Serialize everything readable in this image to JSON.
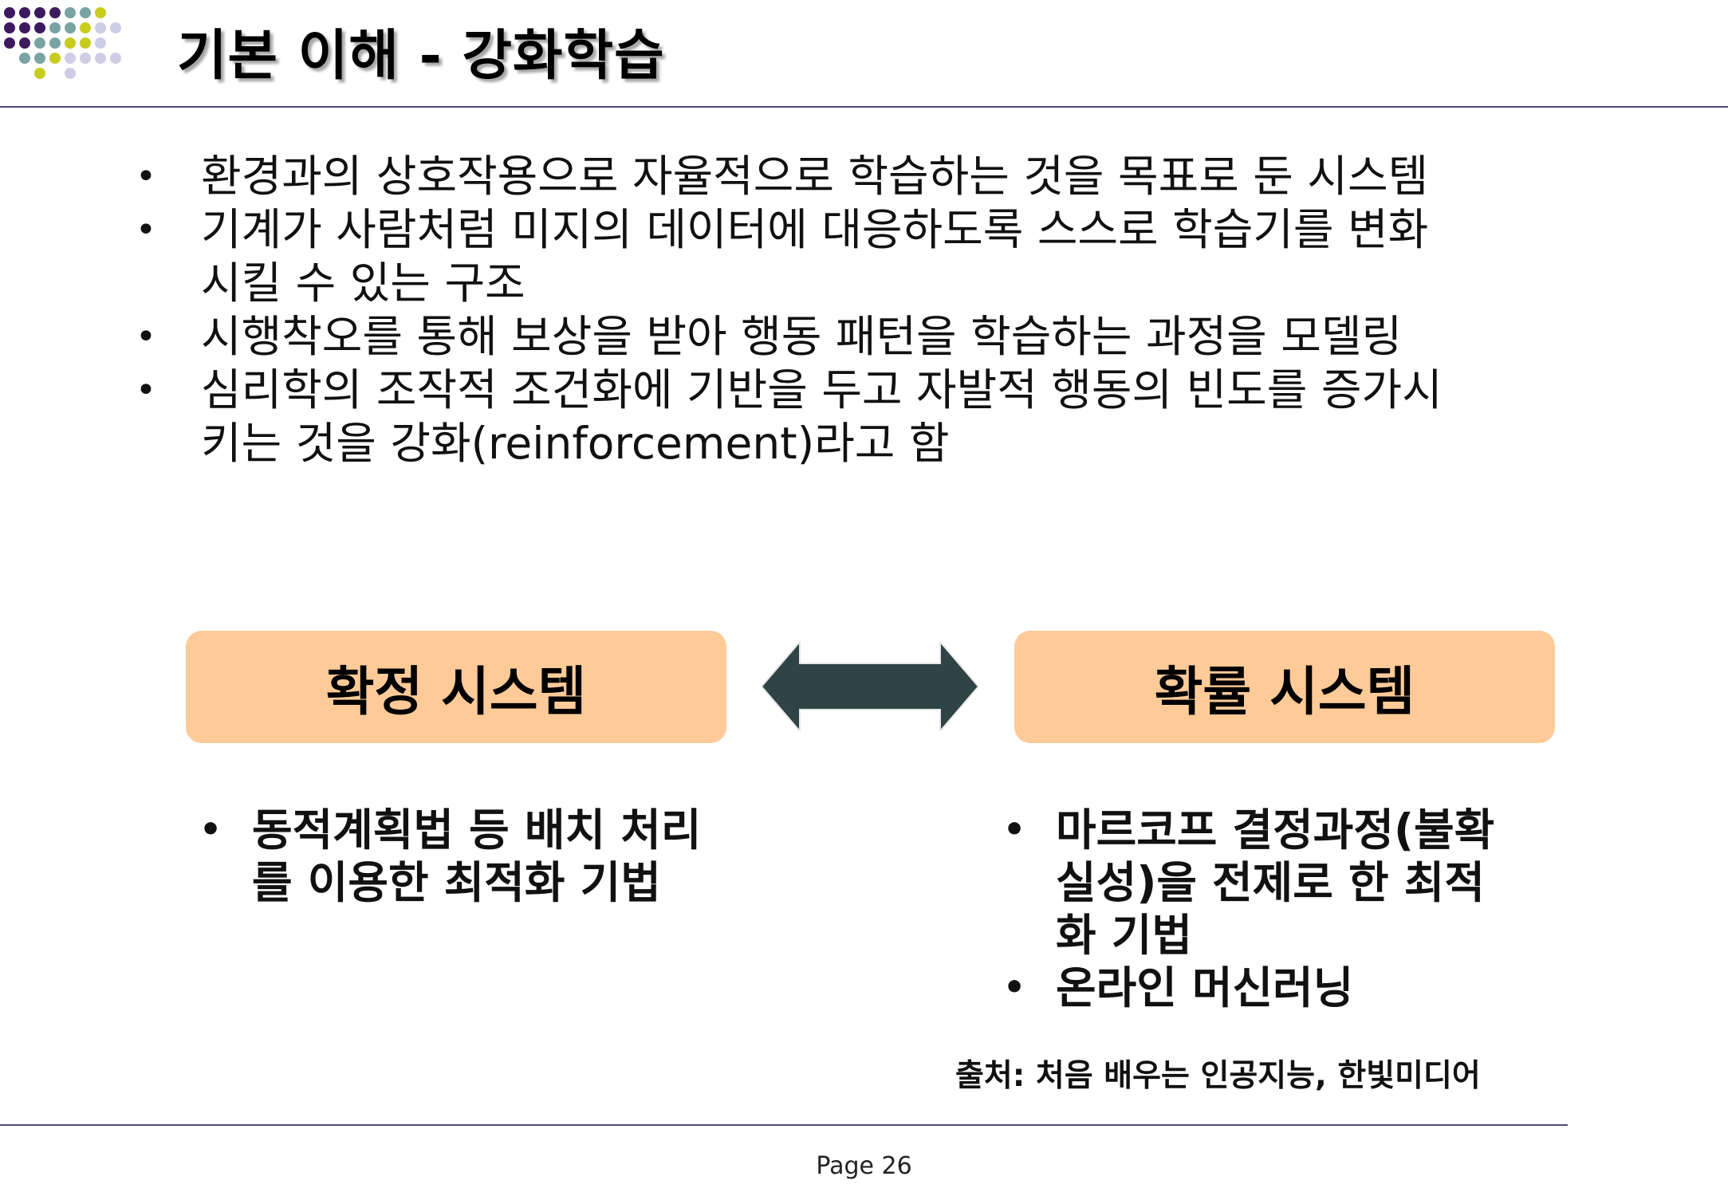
{
  "header": {
    "title": "기본 이해 - 강화학습"
  },
  "bullets": [
    "환경과의 상호작용으로 자율적으로 학습하는 것을 목표로 둔 시스템",
    "기계가 사람처럼 미지의 데이터에 대응하도록 스스로 학습기를 변화",
    "시킬 수 있는 구조",
    "시행착오를 통해 보상을 받아 행동 패턴을 학습하는 과정을 모델링",
    "심리학의 조작적 조건화에 기반을 두고 자발적 행동의 빈도를 증가시",
    "키는 것을 강화(reinforcement)라고 함"
  ],
  "comparison": {
    "left": {
      "label": "확정 시스템",
      "items": [
        "동적계획법 등 배치 처리",
        "를 이용한 최적화 기법"
      ]
    },
    "right": {
      "label": "확률 시스템",
      "items": [
        "마르코프 결정과정(불확",
        "실성)을 전제로 한 최적",
        "화 기법",
        "온라인 머신러닝"
      ]
    },
    "arrow_color": "#2f4444",
    "box_color": "#fdca98"
  },
  "source": "출처: 처음 배우는 인공지능, 한빛미디어",
  "footer": {
    "page_label": "Page 26"
  },
  "colors": {
    "rule": "#4b4a7a",
    "logo_purple": "#3d1a5e",
    "logo_teal": "#7aa3a3",
    "logo_yellow": "#c8cc1e",
    "logo_lavender": "#cfcce6"
  }
}
